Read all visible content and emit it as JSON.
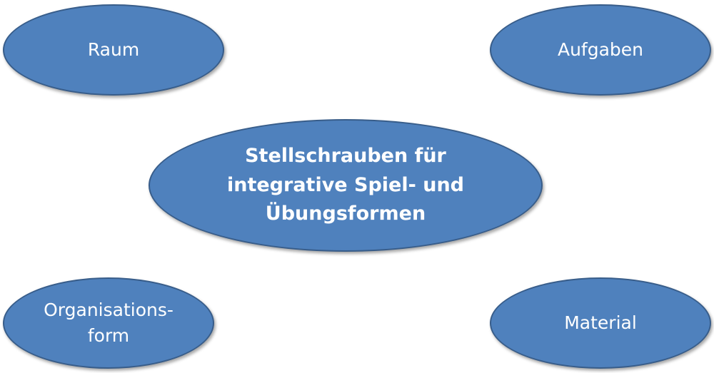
{
  "diagram": {
    "center": "Stellschrauben für\nintegrative Spiel- und\nÜbungsformen",
    "top_left": "Raum",
    "top_right": "Aufgaben",
    "bottom_left": "Organisations-\nform",
    "bottom_right": "Material",
    "colors": {
      "fill": "#4f81bd",
      "stroke": "#385d8a",
      "text": "#ffffff"
    }
  }
}
